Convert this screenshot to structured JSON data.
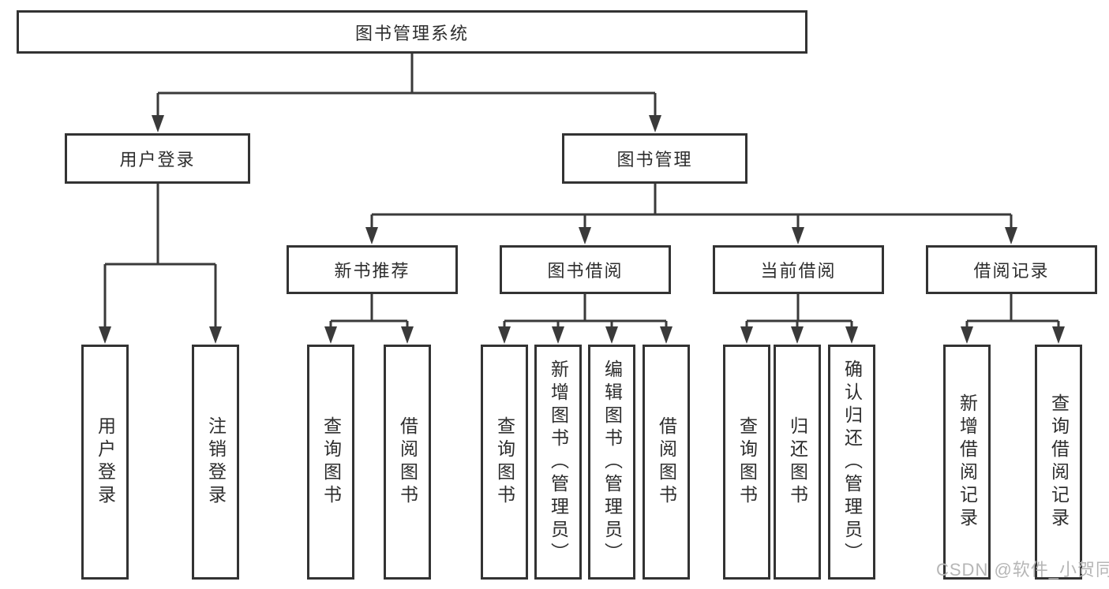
{
  "tree": {
    "root": {
      "label": "图书管理系统"
    },
    "branches": [
      {
        "label": "用户登录",
        "children": [
          {
            "label": "用户登录"
          },
          {
            "label": "注销登录"
          }
        ]
      },
      {
        "label": "图书管理",
        "children": [
          {
            "label": "新书推荐",
            "children": [
              {
                "label": "查询图书"
              },
              {
                "label": "借阅图书"
              }
            ]
          },
          {
            "label": "图书借阅",
            "children": [
              {
                "label": "查询图书"
              },
              {
                "label": "新增图书（管理员）"
              },
              {
                "label": "编辑图书（管理员）"
              },
              {
                "label": "借阅图书"
              }
            ]
          },
          {
            "label": "当前借阅",
            "children": [
              {
                "label": "查询图书"
              },
              {
                "label": "归还图书"
              },
              {
                "label": "确认归还（管理员）"
              }
            ]
          },
          {
            "label": "借阅记录",
            "children": [
              {
                "label": "新增借阅记录"
              },
              {
                "label": "查询借阅记录"
              }
            ]
          }
        ]
      }
    ]
  },
  "watermark": "CSDN @软件_小贺同学",
  "colors": {
    "line": "#3a3a3a",
    "box_border": "#333333",
    "text": "#2d2d2d",
    "watermark": "#b6b6b6",
    "background": "#ffffff"
  }
}
